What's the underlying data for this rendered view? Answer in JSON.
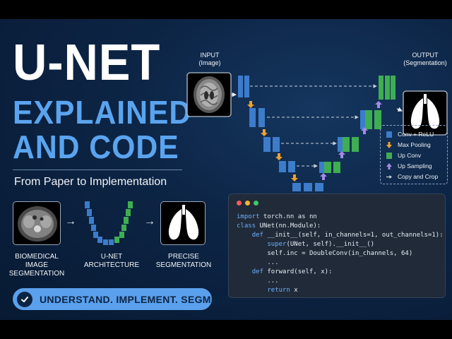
{
  "title": {
    "line1": "U-NET",
    "line2": "EXPLAINED",
    "line3": "AND CODE"
  },
  "subtitle": "From Paper to Implementation",
  "diagram": {
    "input_label": "INPUT\n(Image)",
    "output_label": "OUTPUT\n(Segmentation)",
    "legend": [
      {
        "label": "Conv + ReLU",
        "color": "#3c7ccb",
        "kind": "box"
      },
      {
        "label": "Max Pooling",
        "color": "#f0a030",
        "kind": "arrow-down"
      },
      {
        "label": "Up Conv",
        "color": "#3fae52",
        "kind": "box"
      },
      {
        "label": "Up Sampling",
        "color": "#a58ae8",
        "kind": "arrow-up"
      },
      {
        "label": "Copy and Crop",
        "color": "#c9d3df",
        "kind": "dashed"
      }
    ],
    "colors": {
      "conv": "#3c7ccb",
      "upconv": "#3fae52",
      "pool": "#f0a030",
      "upsample": "#a58ae8"
    }
  },
  "flow": [
    {
      "label": "BIOMEDICAL\nIMAGE\nSEGMENTATION"
    },
    {
      "label": "U-NET\nARCHITECTURE"
    },
    {
      "label": "PRECISE\nSEGMENTATION"
    }
  ],
  "code": {
    "dots": [
      "#ef5b5b",
      "#f1b434",
      "#3ec86a"
    ],
    "lines": [
      [
        {
          "t": "import",
          "k": true
        },
        {
          "t": " torch.nn as nn"
        }
      ],
      [
        {
          "t": "class",
          "k": true
        },
        {
          "t": " UNet(nn.Module):"
        }
      ],
      [
        {
          "t": "    "
        },
        {
          "t": "def",
          "k": true
        },
        {
          "t": " __init__(self, in_channels=1, out_channels=1):"
        }
      ],
      [
        {
          "t": "        "
        },
        {
          "t": "super",
          "k": true
        },
        {
          "t": "(UNet, self).__init__()"
        }
      ],
      [
        {
          "t": "        self.inc = DoubleConv(in_channels, 64)"
        }
      ],
      [
        {
          "t": "        ..."
        }
      ],
      [
        {
          "t": "    "
        },
        {
          "t": "def",
          "k": true
        },
        {
          "t": " forward(self, x):"
        }
      ],
      [
        {
          "t": "        ..."
        }
      ],
      [
        {
          "t": "        "
        },
        {
          "t": "return",
          "k": true
        },
        {
          "t": " x"
        }
      ]
    ]
  },
  "tagline": "UNDERSTAND. IMPLEMENT. SEGMENT."
}
